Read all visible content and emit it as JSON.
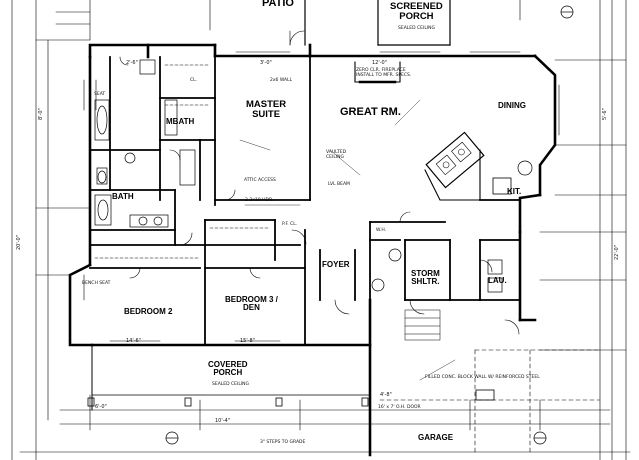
{
  "rooms": {
    "patio": "PATIO",
    "screened_porch": "SCREENED\nPORCH",
    "screened_porch_note": "SEALED CEILING",
    "master_suite": "MASTER\nSUITE",
    "mbath": "MBATH",
    "great_rm": "GREAT RM.",
    "dining": "DINING",
    "kit": "KIT.",
    "bath": "BATH",
    "foyer": "FOYER",
    "storm_shltr": "STORM\nSHLTR.",
    "lau": "LAU.",
    "bedroom2": "BEDROOM 2",
    "bedroom3": "BEDROOM 3 /\nDEN",
    "covered_porch": "COVERED\nPORCH",
    "covered_porch_note": "SEALED CEILING",
    "garage": "GARAGE"
  },
  "notes": {
    "fireplace": "ZERO CLR. FIREPLACE\nINSTALL TO MFR. SPECS.",
    "vault_ceiling": "VAULTED\nCEILING",
    "attic_access": "ATTIC ACCESS",
    "header_2x10": "2-2x10 HDR.",
    "lvl_beam": "LVL BEAM",
    "pf_cl": "P.F. CL.",
    "wh": "W.H.",
    "garage_slab": "FILLED CONC. BLOCK WALL W/ REINFORCED STEEL",
    "garage_door": "16' x 7' O.H. DOOR",
    "steps": "3\" STEPS TO GRADE",
    "bench_seat": "BENCH SEAT",
    "wall_note": "2x6 WALL",
    "closet": "CL.",
    "seat": "SEAT"
  },
  "dimensions": {
    "d1": "2'-6\"",
    "d2": "3'-0\"",
    "d3": "12'-0\"",
    "d4": "14'-6\"",
    "d5": "15'-8\"",
    "d6": "6'-0\"",
    "d7": "10'-4\"",
    "d8": "4'-8\"",
    "d9": "20'-0\"",
    "d10": "8'-0\"",
    "d11": "22'-0\"",
    "d12": "5'-6\""
  }
}
